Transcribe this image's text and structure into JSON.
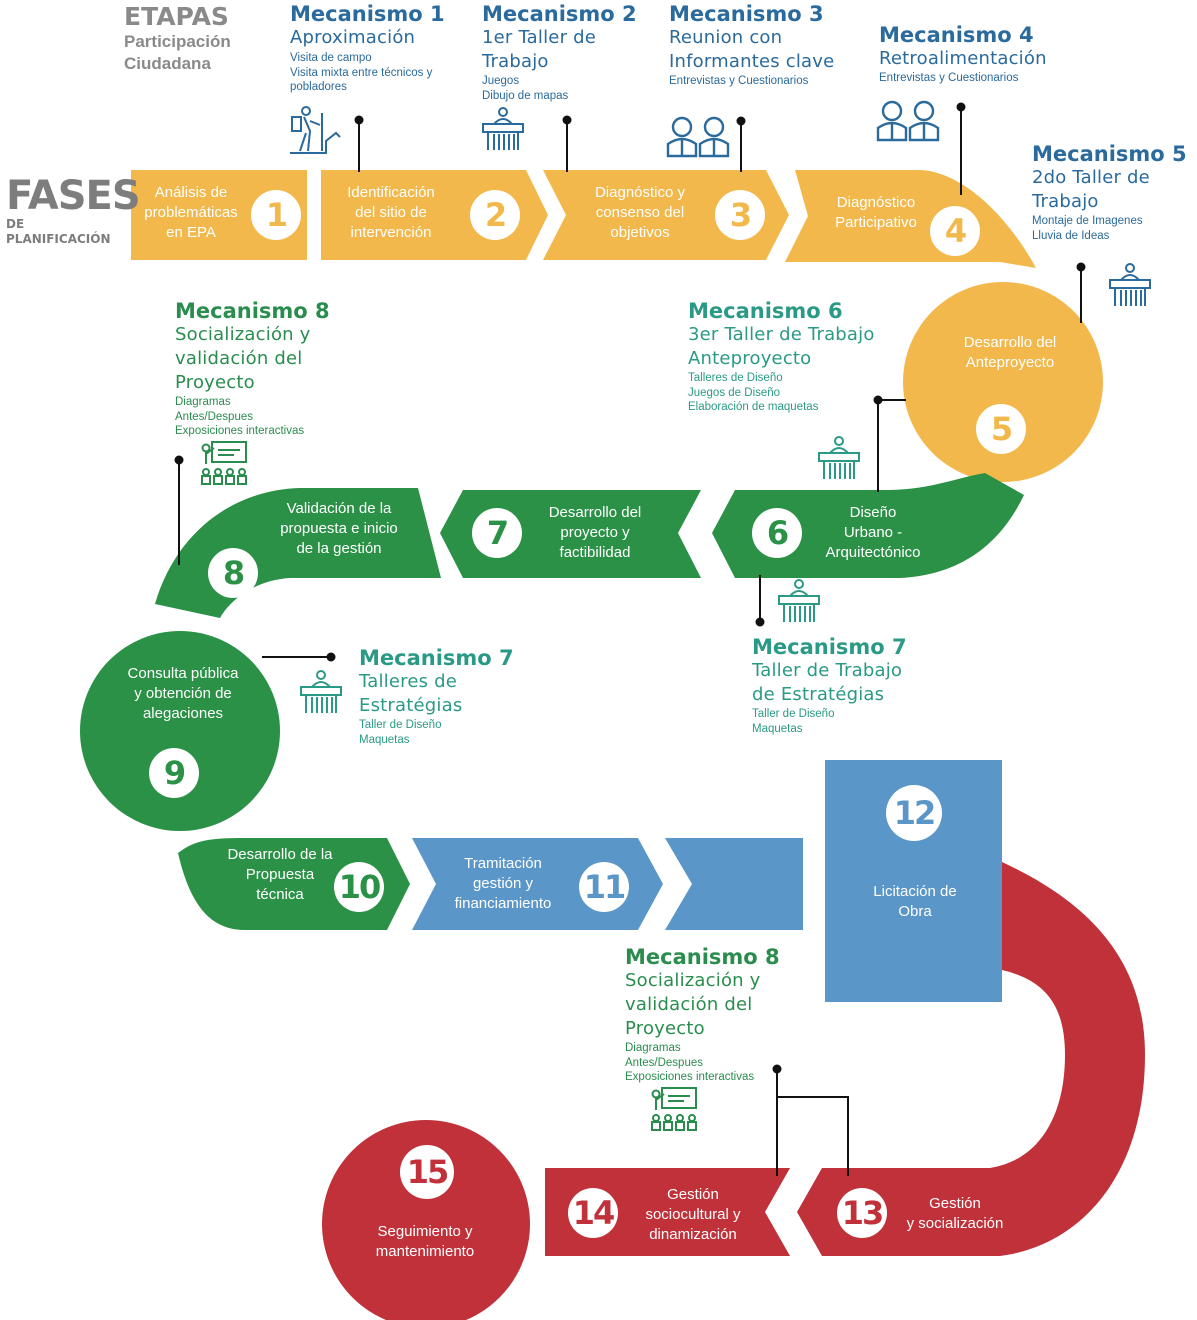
{
  "header": {
    "etapas_title": "ETAPAS",
    "etapas_subtitle_1": "Participación",
    "etapas_subtitle_2": "Ciudadana",
    "fases_title": "FASES",
    "fases_sub_1": "DE",
    "fases_sub_2": "PLANIFICACIÓN"
  },
  "colors": {
    "yellow": "#f2b84b",
    "green": "#2a9146",
    "blue": "#5b96c8",
    "red": "#c0313a",
    "mechanism_blue": "#2a6a9c",
    "mechanism_teal": "#2a9a86",
    "mechanism_green": "#2a8d4e"
  },
  "phases": [
    {
      "number": "1",
      "lines": [
        "Análisis de",
        "problemáticas",
        "en EPA"
      ]
    },
    {
      "number": "2",
      "lines": [
        "Identificación",
        "del sitio de",
        "intervención"
      ]
    },
    {
      "number": "3",
      "lines": [
        "Diagnóstico y",
        "consenso del",
        "objetivos"
      ]
    },
    {
      "number": "4",
      "lines": [
        "Diagnóstico",
        "Participativo"
      ]
    },
    {
      "number": "5",
      "lines": [
        "Desarrollo del",
        "Anteproyecto"
      ]
    },
    {
      "number": "6",
      "lines": [
        "Diseño",
        "Urbano -",
        "Arquitectónico"
      ]
    },
    {
      "number": "7",
      "lines": [
        "Desarrollo del",
        "proyecto y",
        "factibilidad"
      ]
    },
    {
      "number": "8",
      "lines": [
        "Validación de la",
        "propuesta e inicio",
        "de la gestión"
      ]
    },
    {
      "number": "9",
      "lines": [
        "Consulta pública",
        "y obtención de",
        "alegaciones"
      ]
    },
    {
      "number": "10",
      "lines": [
        "Desarrollo de la",
        "Propuesta",
        "técnica"
      ]
    },
    {
      "number": "11",
      "lines": [
        "Tramitación",
        "gestión y",
        "financiamiento"
      ]
    },
    {
      "number": "12",
      "lines": [
        "Licitación de",
        "Obra"
      ]
    },
    {
      "number": "13",
      "lines": [
        "Gestión",
        "y socialización"
      ]
    },
    {
      "number": "14",
      "lines": [
        "Gestión",
        "sociocultural y",
        "dinamización"
      ]
    },
    {
      "number": "15",
      "lines": [
        "Seguimiento y",
        "mantenimiento"
      ]
    }
  ],
  "mechanisms": {
    "m1": {
      "title": "Mecanismo 1",
      "subtitle": [
        "Aproximación"
      ],
      "items": [
        "Visita de campo",
        "Visita mixta entre técnicos y",
        "pobladores"
      ]
    },
    "m2": {
      "title": "Mecanismo 2",
      "subtitle": [
        "1er Taller de",
        "Trabajo"
      ],
      "items": [
        "Juegos",
        "Dibujo de mapas"
      ]
    },
    "m3": {
      "title": "Mecanismo 3",
      "subtitle": [
        "Reunion con",
        "Informantes clave"
      ],
      "items": [
        "Entrevistas y Cuestionarios"
      ]
    },
    "m4": {
      "title": "Mecanismo 4",
      "subtitle": [
        "Retroalimentación"
      ],
      "items": [
        "Entrevistas y Cuestionarios"
      ]
    },
    "m5": {
      "title": "Mecanismo 5",
      "subtitle": [
        "2do Taller de",
        "Trabajo"
      ],
      "items": [
        "Montaje de Imagenes",
        "Lluvia de Ideas"
      ]
    },
    "m6": {
      "title": "Mecanismo 6",
      "subtitle": [
        "3er Taller de Trabajo",
        "Anteproyecto"
      ],
      "items": [
        "Talleres de Diseño",
        "Juegos de Diseño",
        "Elaboración de maquetas"
      ]
    },
    "m7a": {
      "title": "Mecanismo 7",
      "subtitle": [
        "Taller de Trabajo",
        "de Estratégias"
      ],
      "items": [
        "Taller de Diseño",
        "Maquetas"
      ]
    },
    "m7b": {
      "title": "Mecanismo 7",
      "subtitle": [
        "Talleres de",
        "Estratégias"
      ],
      "items": [
        "Taller de Diseño",
        "Maquetas"
      ]
    },
    "m8a": {
      "title": "Mecanismo 8",
      "subtitle": [
        "Socialización y",
        "validación del",
        "Proyecto"
      ],
      "items": [
        "Diagramas",
        "Antes/Despues",
        "Exposiciones interactivas"
      ]
    },
    "m8b": {
      "title": "Mecanismo 8",
      "subtitle": [
        "Socialización y",
        "validación del",
        "Proyecto"
      ],
      "items": [
        "Diagramas",
        "Antes/Despues",
        "Exposiciones interactivas"
      ]
    }
  },
  "icons": [
    "hiker-icon",
    "workshop-desk-icon",
    "two-people-icon",
    "presentation-board-icon"
  ]
}
